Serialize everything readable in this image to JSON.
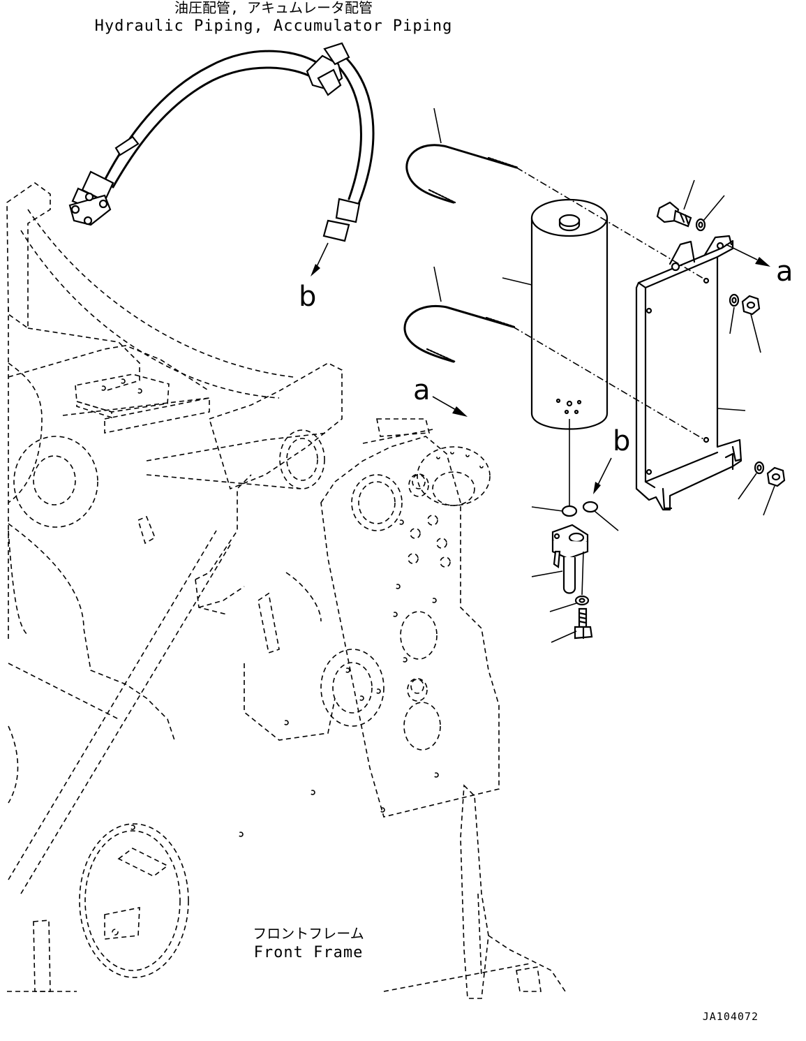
{
  "title": {
    "jp": "油圧配管, アキュムレータ配管",
    "en": "Hydraulic Piping, Accumulator Piping"
  },
  "frame_label": {
    "jp": "フロントフレーム",
    "en": "Front Frame"
  },
  "view_refs": {
    "a": "a",
    "b": "b"
  },
  "drawing_code": "JA104072"
}
